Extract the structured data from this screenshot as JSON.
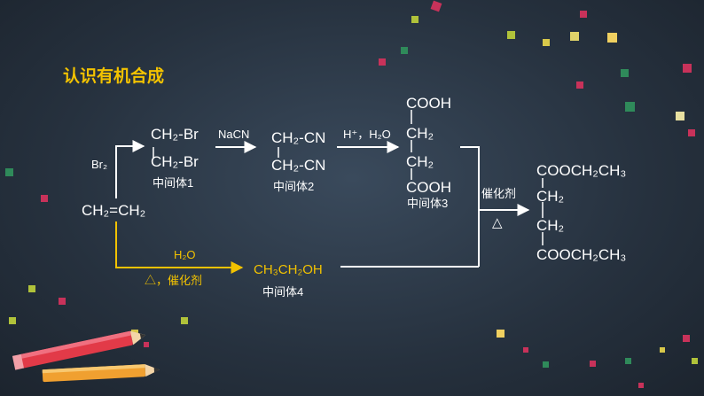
{
  "title": "认识有机合成",
  "ethylene": "CH₂=CH₂",
  "br2": "Br₂",
  "dibromo": {
    "line1": "CH₂-Br",
    "line2": "CH₂-Br",
    "label": "中间体1"
  },
  "nacn": "NaCN",
  "dinitrile": {
    "line1": "CH₂-CN",
    "line2": "CH₂-CN",
    "label": "中间体2"
  },
  "hydrolysis": "H⁺，H₂O",
  "diacid": {
    "l1": "COOH",
    "l2": "CH₂",
    "l3": "CH₂",
    "l4": "COOH",
    "label": "中间体3"
  },
  "water": "H₂O",
  "heat_catalyst": "△，催化剂",
  "ethanol": {
    "formula": "CH₃CH₂OH",
    "label": "中间体4"
  },
  "catalyst": "催化剂",
  "heat": "△",
  "ester": {
    "l1": "COOCH₂CH₃",
    "l2": "CH₂",
    "l3": "CH₂",
    "l4": "COOCH₂CH₃"
  },
  "colors": {
    "white": "#ffffff",
    "yellow": "#f2c200",
    "background": "#2a3543"
  }
}
